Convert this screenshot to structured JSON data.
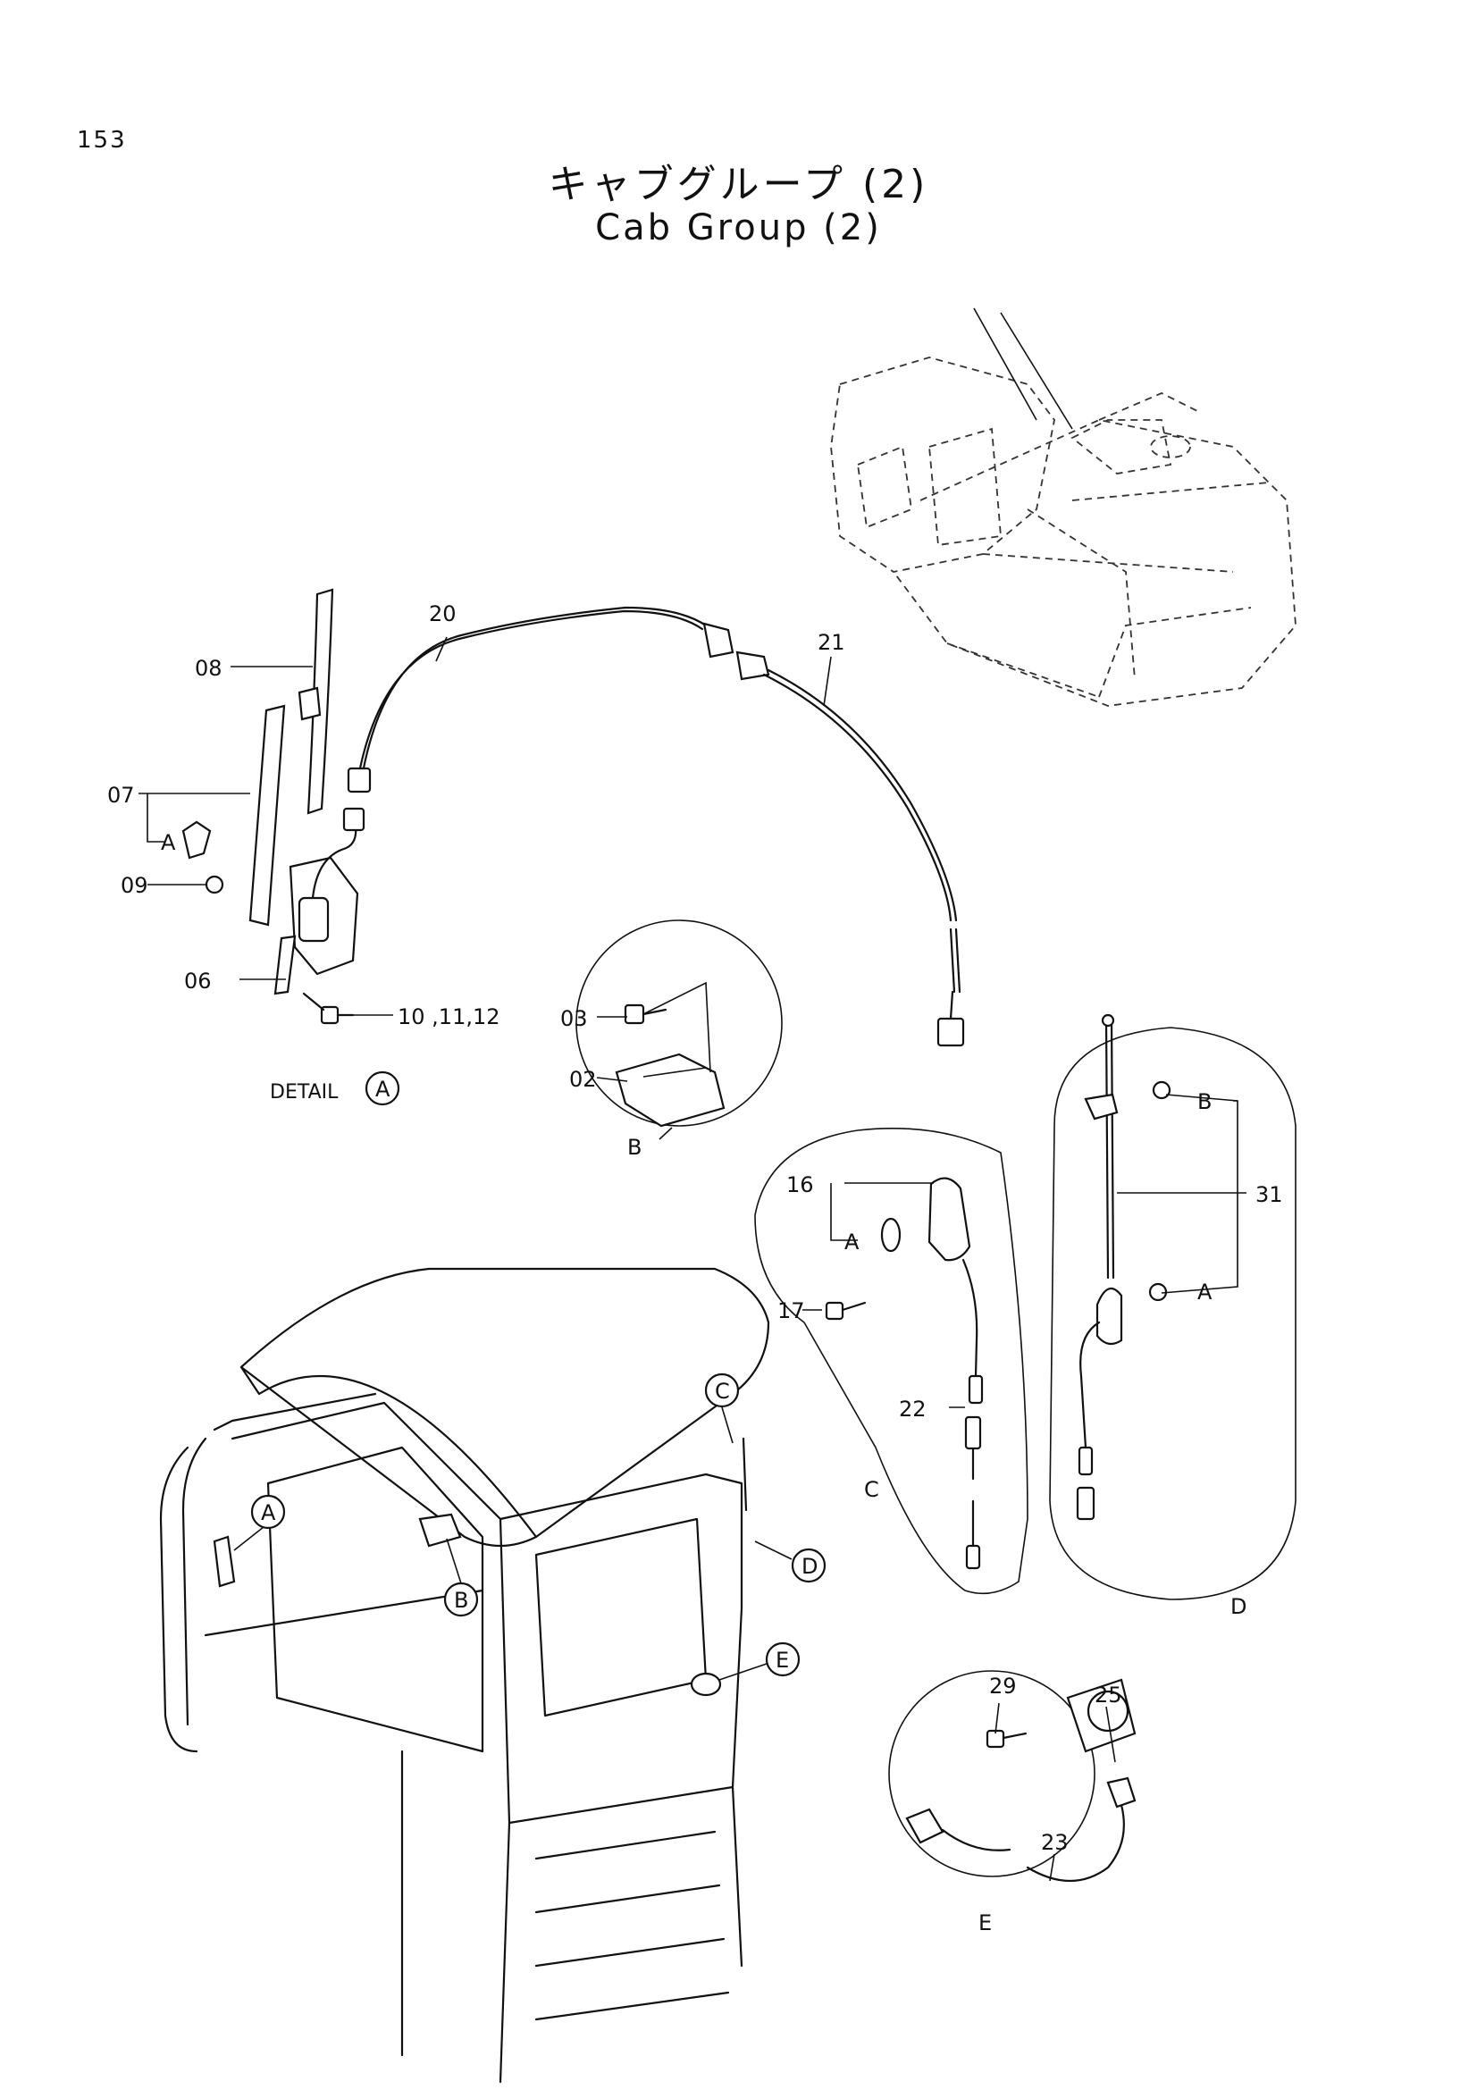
{
  "page_number": "153",
  "title_jp": "キャブグループ (2)",
  "title_en": "Cab Group (2)",
  "detail_label": "DETAIL",
  "part_labels": {
    "p08": "08",
    "p07": "07",
    "p07_sub": "A",
    "p09": "09",
    "p06": "06",
    "p10": "10 ,11,12",
    "p20": "20",
    "p21": "21",
    "p03": "03",
    "p02": "02",
    "p16": "16",
    "p16_sub": "A",
    "p17": "17",
    "p22": "22",
    "p31": "31",
    "p31_b": "B",
    "p31_a": "A",
    "p29": "29",
    "p25": "25",
    "p23": "23"
  },
  "callouts": {
    "detail_a": "A",
    "circle_b": "B",
    "circle_c": "C",
    "circle_d": "D",
    "circle_e": "E",
    "cab_a": "A",
    "cab_b": "B",
    "cab_c": "C",
    "cab_d": "D",
    "cab_e": "E"
  }
}
